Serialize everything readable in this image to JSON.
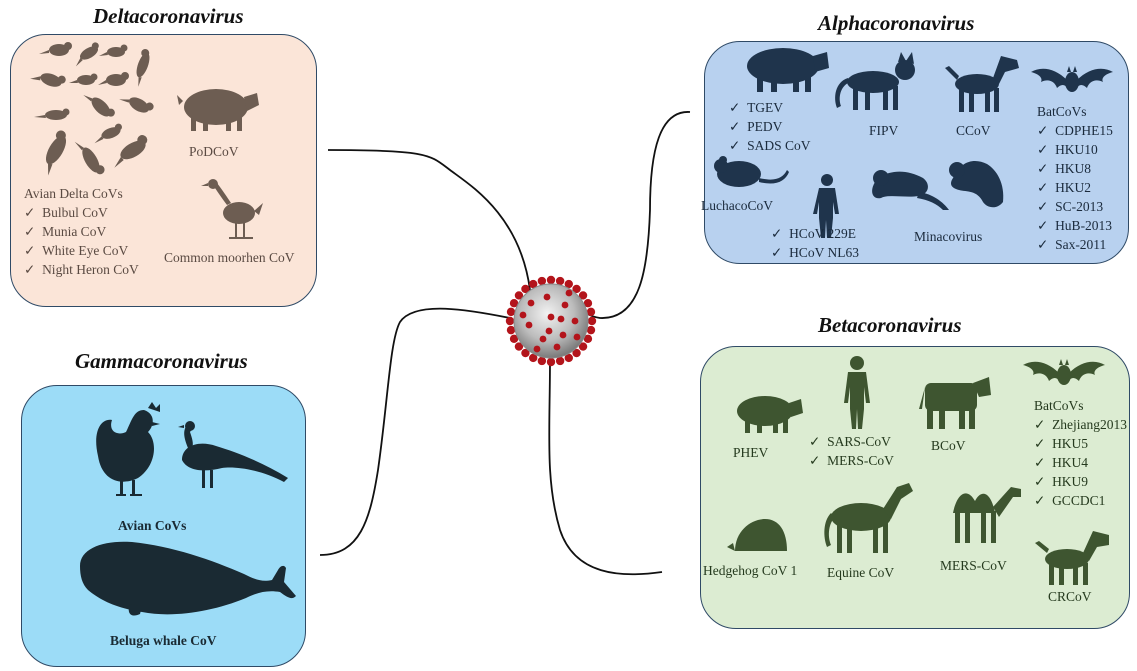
{
  "colors": {
    "delta_fill": "#fbe5d8",
    "alpha_fill": "#b8d1ef",
    "beta_fill": "#dcecd2",
    "gamma_fill": "#9cdcf7",
    "delta_silhouette": "#6d5d52",
    "alpha_silhouette": "#1f344c",
    "beta_silhouette": "#3e5530",
    "gamma_silhouette": "#1a2a33",
    "virus_spike": "#b3141b"
  },
  "delta": {
    "title": "Deltacoronavirus",
    "pig_label": "PoDCoV",
    "moorhen_label": "Common moorhen CoV",
    "avian_heading": "Avian Delta CoVs",
    "avian_items": [
      "Bulbul CoV",
      "Munia CoV",
      "White Eye CoV",
      "Night Heron CoV"
    ]
  },
  "alpha": {
    "title": "Alphacoronavirus",
    "pig_items": [
      "TGEV",
      "PEDV",
      "SADS CoV"
    ],
    "cat_label": "FIPV",
    "dog_label": "CCoV",
    "bat_heading": "BatCoVs",
    "bat_items": [
      "CDPHE15",
      "HKU10",
      "HKU8",
      "HKU2",
      "SC-2013",
      "HuB-2013",
      "Sax-2011"
    ],
    "rat_label": "LuchacoCoV",
    "human_items": [
      "HCoV 229E",
      "HCoV NL63"
    ],
    "mink_label": "Minacovirus"
  },
  "beta": {
    "title": "Betacoronavirus",
    "pig_label": "PHEV",
    "human_items": [
      "SARS-CoV",
      "MERS-CoV"
    ],
    "cow_label": "BCoV",
    "bat_heading": "BatCoVs",
    "bat_items": [
      "Zhejiang2013",
      "HKU5",
      "HKU4",
      "HKU9",
      "GCCDC1"
    ],
    "hedgehog_label": "Hedgehog CoV 1",
    "horse_label": "Equine CoV",
    "camel_label": "MERS-CoV",
    "dog_label": "CRCoV"
  },
  "gamma": {
    "title": "Gammacoronavirus",
    "avian_label": "Avian CoVs",
    "whale_label": "Beluga whale CoV"
  }
}
